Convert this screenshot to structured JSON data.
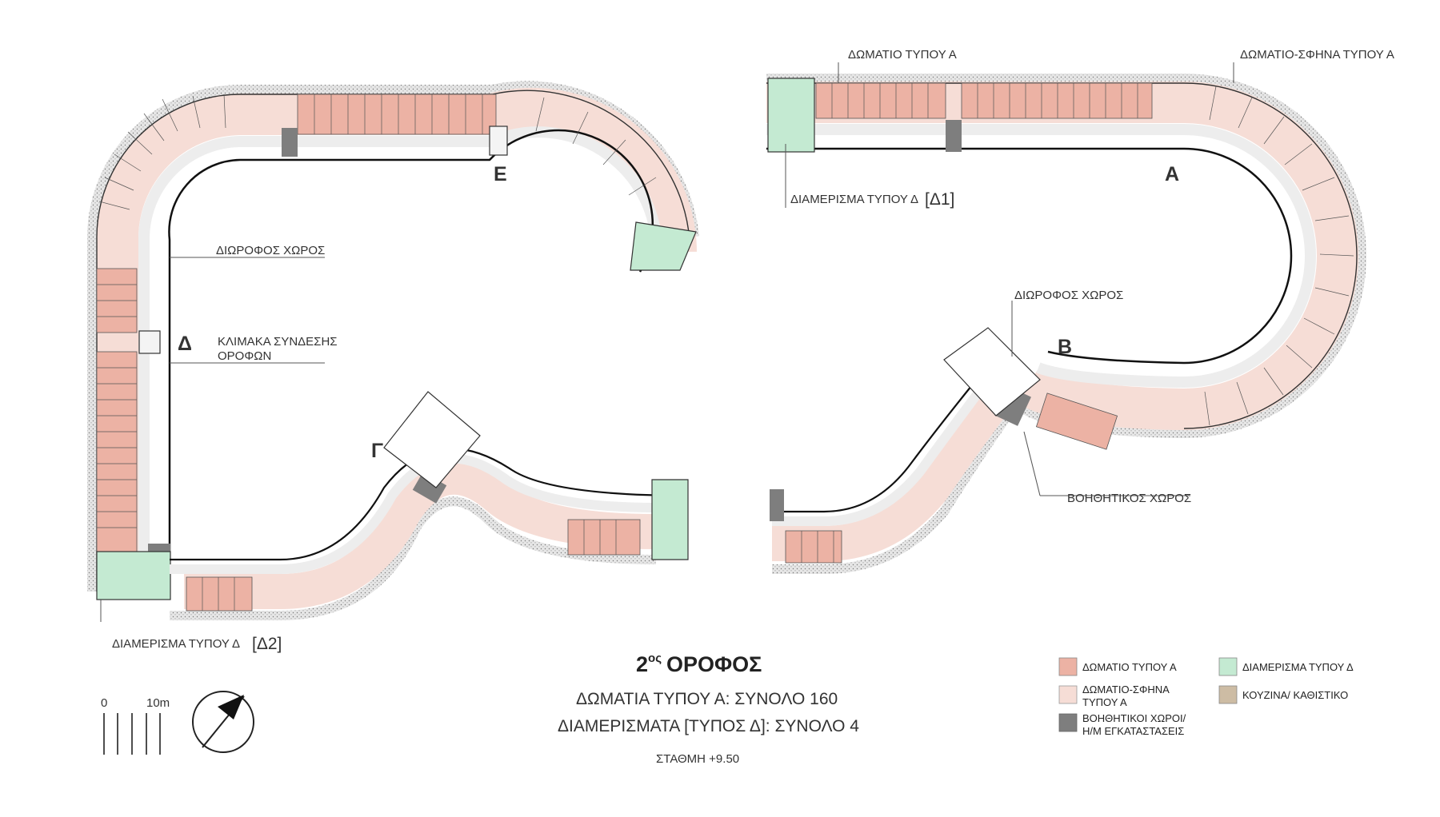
{
  "colors": {
    "room_type_a": "#ecb2a4",
    "room_wedge_a": "#f6ddd6",
    "auxiliary": "#7e7e7e",
    "apartment_d": "#c4ead2",
    "kitchen": "#cdbca4",
    "pillow": "#d9d9d9",
    "corridor": "#ededed"
  },
  "markers": {
    "a": "Α",
    "b": "Β",
    "g": "Γ",
    "d": "Δ",
    "e": "Ε"
  },
  "labels": {
    "room_type_a": "ΔΩΜΑΤΙΟ ΤΥΠΟΥ Α",
    "wedge_room_a": "ΔΩΜΑΤΙΟ-ΣΦΗΝΑ ΤΥΠΟΥ Α",
    "apartment_d1": "ΔΙΑΜΕΡΙΣΜΑ ΤΥΠΟΥ Δ",
    "apartment_d1_code": "[Δ1]",
    "double_height_left": "ΔΙΩΡΟΦΟΣ ΧΩΡΟΣ",
    "double_height_right": "ΔΙΩΡΟΦΟΣ ΧΩΡΟΣ",
    "stair_line1": "ΚΛΙΜΑΚΑ ΣΥΝΔΕΣΗΣ",
    "stair_line2": "ΟΡΟΦΩΝ",
    "auxiliary_space": "ΒΟΗΘΗΤΙΚΟΣ ΧΩΡΟΣ",
    "apartment_d2": "ΔΙΑΜΕΡΙΣΜΑ ΤΥΠΟΥ Δ",
    "apartment_d2_code": "[Δ2]"
  },
  "title": {
    "number": "2",
    "superscript": "ος",
    "word": "ΟΡΟΦΟΣ",
    "line1": "ΔΩΜΑΤΙΑ ΤΥΠΟΥ Α: ΣΥΝΟΛΟ 160",
    "line2": "ΔΙΑΜΕΡΙΣΜΑΤΑ [ΤΥΠΟΣ Δ]: ΣΥΝΟΛΟ 4",
    "level": "ΣΤΑΘΜΗ +9.50"
  },
  "scale": {
    "zero": "0",
    "ten": "10m"
  },
  "legend": {
    "room_a": "ΔΩΜΑΤΙΟ ΤΥΠΟΥ Α",
    "wedge_line1": "ΔΩΜΑΤΙΟ-ΣΦΗΝΑ",
    "wedge_line2": "ΤΥΠΟΥ Α",
    "aux_line1": "ΒΟΗΘΗΤΙΚΟΙ ΧΩΡΟΙ/",
    "aux_line2": "Η/Μ ΕΓΚΑΤΑΣΤΑΣΕΙΣ",
    "apartment": "ΔΙΑΜΕΡΙΣΜΑ ΤΥΠΟΥ Δ",
    "kitchen": "ΚΟΥΖΙΝΑ/ ΚΑΘΙΣΤΙΚΟ"
  }
}
